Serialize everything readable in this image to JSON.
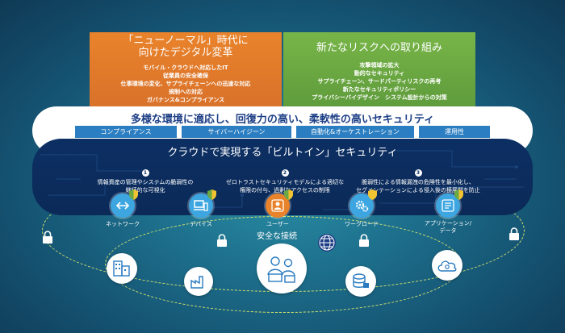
{
  "box_left": {
    "title_line1": "「ニューノーマル」時代に",
    "title_line2": "向けたデジタル変革",
    "items": [
      "モバイル・クラウドへ対応したIT",
      "従業員の安全確保",
      "仕事環境の変化、サプライチェーンへの迅速な対応",
      "規制への対応",
      "ガバナンス&コンプライアンス"
    ]
  },
  "box_right": {
    "title": "新たなリスクへの取り組み",
    "items": [
      "攻撃領域の拡大",
      "動的なセキュリティ",
      "サプライチェーン、サードパーティリスクの再考",
      "新たなセキュリティポリシー",
      "プライバシーバイデザイン　システム設計からの対策"
    ]
  },
  "headline": "多様な環境に適応し、回復力の高い、柔軟性の高いセキュリティ",
  "tags": [
    "コンプライアンス",
    "サイバーハイジーン",
    "自動化&オーケストレーション",
    "運用性"
  ],
  "dark_title": "クラウドで実現する「ビルトイン」セキュリティ",
  "columns": [
    {
      "num": "1",
      "line1": "情報資産の管理やシステムの脆弱性の",
      "line2": "継続的な可視化"
    },
    {
      "num": "2",
      "line1": "ゼロトラストセキュリティモデルによる適切な",
      "line2": "権限の付与、過剰なアクセスの制限"
    },
    {
      "num": "3",
      "line1": "脆弱性による情報漏洩の危険性を最小化し、",
      "line2": "セグメンテーションによる侵入後の横展開を防止"
    }
  ],
  "nodes": [
    "ネットワーク",
    "デバイス",
    "ユーザー",
    "ワークロード",
    "アプリケーション/",
    "データ"
  ],
  "secure_connection": "安全な接続",
  "colors": {
    "orange": "#e9832b",
    "green": "#6aa843",
    "navy": "#0c2f63",
    "tag": "#2b7ec1",
    "node": "#3da6e0",
    "orbit": "#d8e36a"
  }
}
